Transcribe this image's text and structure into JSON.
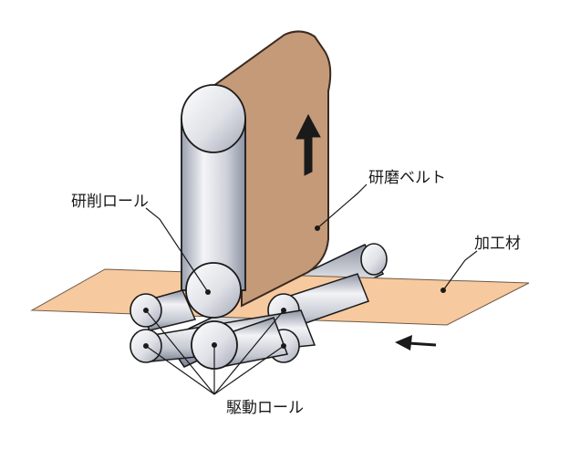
{
  "diagram": {
    "labels": {
      "grinding_roll": "研削ロール",
      "abrasive_belt": "研磨ベルト",
      "workpiece": "加工材",
      "drive_rolls": "駆動ロール"
    },
    "colors": {
      "belt": "#c49a78",
      "belt_outline": "#3a2a20",
      "workpiece": "#f7c99e",
      "roll_light": "#f4f5f8",
      "roll_mid": "#c9ccd6",
      "roll_dark": "#8d93a3",
      "line": "#1a1a1a"
    },
    "icons": {
      "belt_direction": "up-arrow-icon",
      "feed_direction": "left-arrow-icon"
    }
  }
}
